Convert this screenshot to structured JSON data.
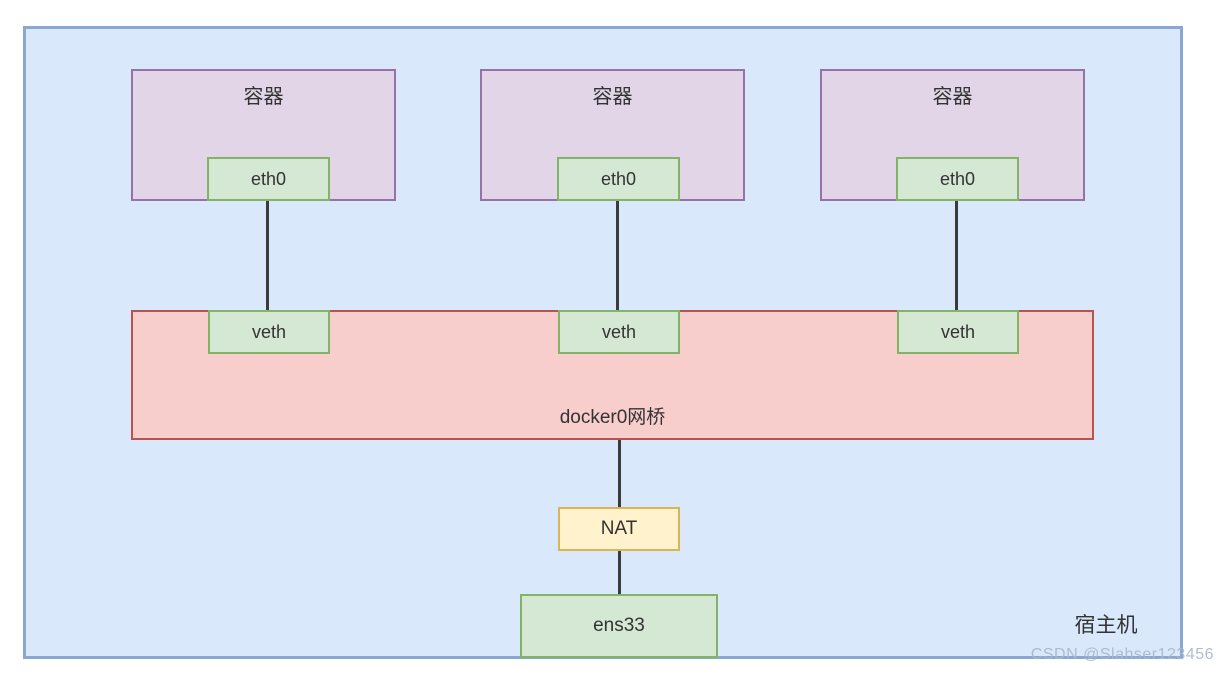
{
  "diagram": {
    "host": {
      "label": "宿主机"
    },
    "containers": [
      {
        "label": "容器",
        "interface_label": "eth0"
      },
      {
        "label": "容器",
        "interface_label": "eth0"
      },
      {
        "label": "容器",
        "interface_label": "eth0"
      }
    ],
    "bridge": {
      "label": "docker0网桥",
      "ports": [
        {
          "label": "veth"
        },
        {
          "label": "veth"
        },
        {
          "label": "veth"
        }
      ]
    },
    "nat": {
      "label": "NAT"
    },
    "host_interface": {
      "label": "ens33"
    },
    "colors": {
      "host_fill": "#dae8fc",
      "host_border": "#8aa7d4",
      "container_fill": "#e1d5e7",
      "container_border": "#9673a6",
      "port_fill": "#d5e8d4",
      "port_border": "#82b366",
      "bridge_fill": "#f8cecc",
      "bridge_border": "#b85450",
      "nat_fill": "#fff2cc",
      "nat_border": "#d6b656",
      "connector": "#3b3b3b"
    }
  },
  "watermark": {
    "text": "CSDN @Slahser123456"
  }
}
